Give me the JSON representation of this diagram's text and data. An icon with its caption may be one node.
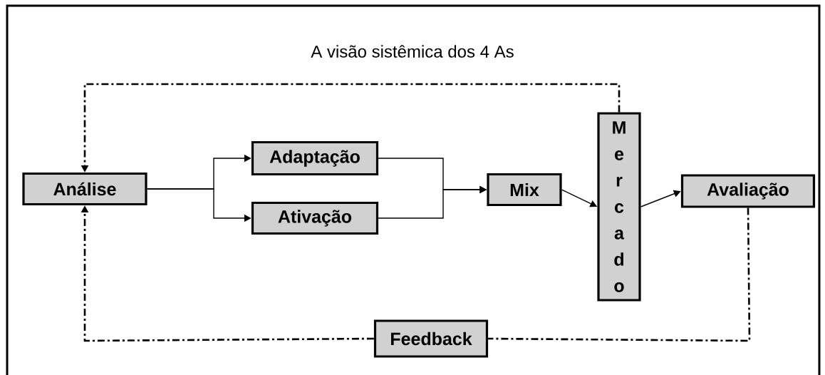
{
  "diagram": {
    "title": "A visão sistêmica dos 4 As",
    "nodes": [
      {
        "text": [
          "Análise"
        ]
      },
      {
        "text": [
          "Adaptação"
        ]
      },
      {
        "text": [
          "Ativação"
        ]
      },
      {
        "text": [
          "Mix"
        ]
      },
      {
        "text": [
          "Mercado"
        ]
      },
      {
        "text": [
          "Avaliação"
        ]
      },
      {
        "text": [
          "Feedback"
        ]
      }
    ],
    "edges": [
      {
        "from": 0,
        "to": 1,
        "arrow": "to"
      },
      {
        "from": 0,
        "to": 2,
        "arrow": "to"
      },
      {
        "from": 1,
        "to": 3,
        "arrow": "to"
      },
      {
        "from": 2,
        "to": 3,
        "arrow": "to"
      },
      {
        "from": 3,
        "to": 4,
        "arrow": "to"
      },
      {
        "from": 4,
        "to": 5,
        "arrow": "to"
      },
      {
        "from": 4,
        "to": 0,
        "arrow": "to",
        "style": "dashed"
      },
      {
        "from": 5,
        "to": 6,
        "arrow": "none",
        "style": "dashed"
      },
      {
        "from": 6,
        "to": 0,
        "arrow": "to",
        "style": "dashed"
      }
    ]
  }
}
